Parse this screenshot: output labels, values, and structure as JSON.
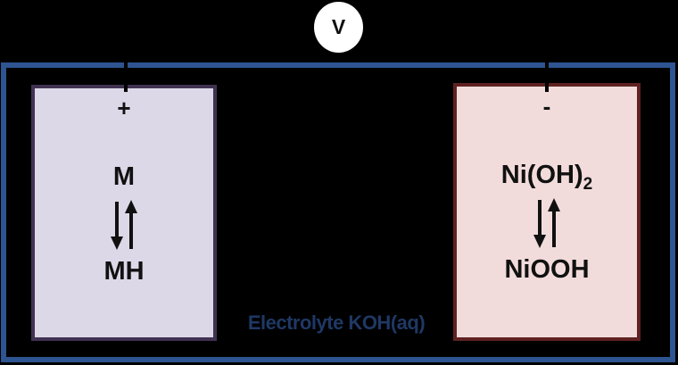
{
  "diagram": {
    "title_hint": "NiMH cell schematic",
    "voltmeter": {
      "label": "V"
    },
    "left_electrode": {
      "polarity": "+",
      "species_top": "M",
      "species_bottom": "MH",
      "fill_color": "#DDD8E8",
      "border_color": "#403151"
    },
    "right_electrode": {
      "polarity": "-",
      "species_top_main": "Ni(OH)",
      "species_top_sub": "2",
      "species_bottom": "NiOOH",
      "fill_color": "#F2DCDB",
      "border_color": "#5F2121"
    },
    "electrolyte_label": "Electrolyte KOH(aq)",
    "colors": {
      "background": "#000000",
      "container_border": "#2E5491",
      "electrolyte_text": "#1F3864",
      "wire": "#000000",
      "voltmeter_fill": "#FFFFFF"
    }
  }
}
